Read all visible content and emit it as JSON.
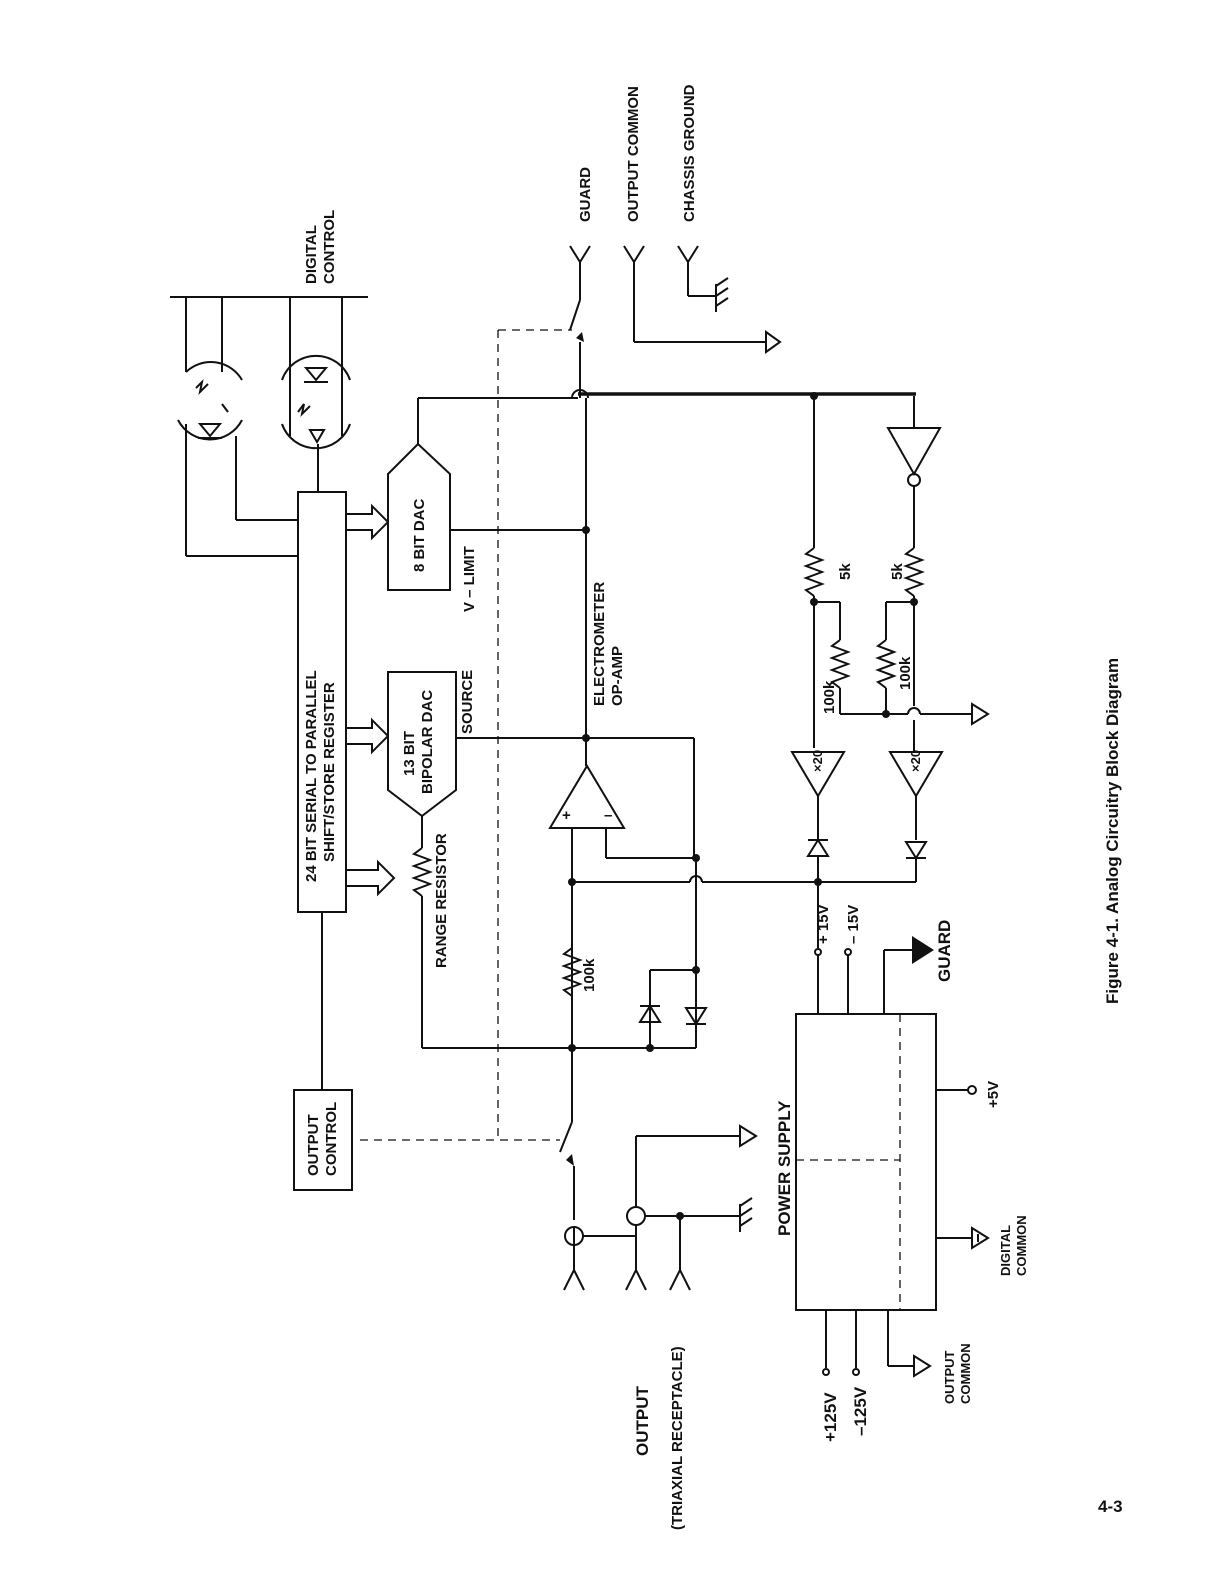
{
  "labels": {
    "digital_control": [
      "DIGITAL",
      "CONTROL"
    ],
    "guard_top": "GUARD",
    "output_common_top": "OUTPUT COMMON",
    "chassis_ground": "CHASSIS GROUND",
    "shift_register": [
      "24 BIT SERIAL TO PARALLEL",
      "SHIFT/STORE REGISTER"
    ],
    "dac_8bit": "8 BIT DAC",
    "v_limit": "V – LIMIT",
    "dac_13bit": [
      "13 BIT",
      "BIPOLAR DAC"
    ],
    "source": "SOURCE",
    "electrometer": [
      "ELECTROMETER",
      "OP-AMP"
    ],
    "range_resistor": "RANGE RESISTOR",
    "resistor_100k_main": "100k",
    "resistor_5k_upper": "5k",
    "resistor_5k_lower": "5k",
    "resistor_100k_upper": "100k",
    "resistor_100k_lower": "100k",
    "amp_gain_upper": "×20",
    "amp_gain_lower": "×20",
    "plus_15v": "+ 15V",
    "minus_15v": "– 15V",
    "guard_supply": "GUARD",
    "output_control": [
      "OUTPUT",
      "CONTROL"
    ],
    "power_supply": "POWER SUPPLY",
    "plus_5v": "+5V",
    "digital_common": [
      "DIGITAL",
      "COMMON"
    ],
    "output_common_bottom": [
      "OUTPUT",
      "COMMON"
    ],
    "plus_125v": "+125V",
    "minus_125v": "–125V",
    "output": "OUTPUT",
    "triaxial": "(TRIAXIAL RECEPTACLE)",
    "opamp_plus": "+",
    "opamp_minus": "–"
  },
  "caption": "Figure 4-1. Analog Circuitry Block Diagram",
  "page_number": "4-3"
}
